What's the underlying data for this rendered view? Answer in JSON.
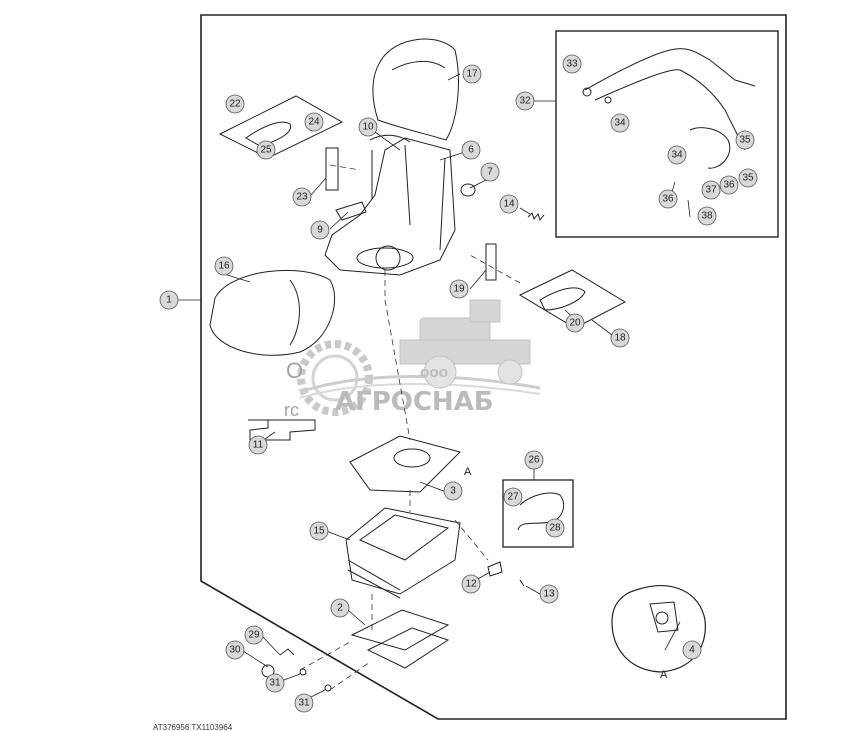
{
  "watermark": {
    "company_prefix": "ООО",
    "company_name": "АГРОСНАБ",
    "fragment_1": "О",
    "fragment_2": "rc"
  },
  "view_labels": {
    "detail_a": "A",
    "ref_a": "A"
  },
  "document_id": "AT376956  TX1103964",
  "callouts": [
    {
      "id": "c1",
      "label": "1"
    },
    {
      "id": "c2",
      "label": "2"
    },
    {
      "id": "c3",
      "label": "3"
    },
    {
      "id": "c4",
      "label": "4"
    },
    {
      "id": "c6",
      "label": "6"
    },
    {
      "id": "c7",
      "label": "7"
    },
    {
      "id": "c9",
      "label": "9"
    },
    {
      "id": "c10",
      "label": "10"
    },
    {
      "id": "c11",
      "label": "11"
    },
    {
      "id": "c12",
      "label": "12"
    },
    {
      "id": "c13",
      "label": "13"
    },
    {
      "id": "c14",
      "label": "14"
    },
    {
      "id": "c15",
      "label": "15"
    },
    {
      "id": "c16",
      "label": "16"
    },
    {
      "id": "c17",
      "label": "17"
    },
    {
      "id": "c18",
      "label": "18"
    },
    {
      "id": "c19",
      "label": "19"
    },
    {
      "id": "c20",
      "label": "20"
    },
    {
      "id": "c22",
      "label": "22"
    },
    {
      "id": "c23",
      "label": "23"
    },
    {
      "id": "c24",
      "label": "24"
    },
    {
      "id": "c25",
      "label": "25"
    },
    {
      "id": "c26",
      "label": "26"
    },
    {
      "id": "c27",
      "label": "27"
    },
    {
      "id": "c28",
      "label": "28"
    },
    {
      "id": "c29",
      "label": "29"
    },
    {
      "id": "c30",
      "label": "30"
    },
    {
      "id": "c31a",
      "label": "31"
    },
    {
      "id": "c31b",
      "label": "31"
    },
    {
      "id": "c32",
      "label": "32"
    },
    {
      "id": "c33",
      "label": "33"
    },
    {
      "id": "c34a",
      "label": "34"
    },
    {
      "id": "c34b",
      "label": "34"
    },
    {
      "id": "c35a",
      "label": "35"
    },
    {
      "id": "c35b",
      "label": "35"
    },
    {
      "id": "c36a",
      "label": "36"
    },
    {
      "id": "c36b",
      "label": "36"
    },
    {
      "id": "c37",
      "label": "37"
    },
    {
      "id": "c38",
      "label": "38"
    }
  ]
}
